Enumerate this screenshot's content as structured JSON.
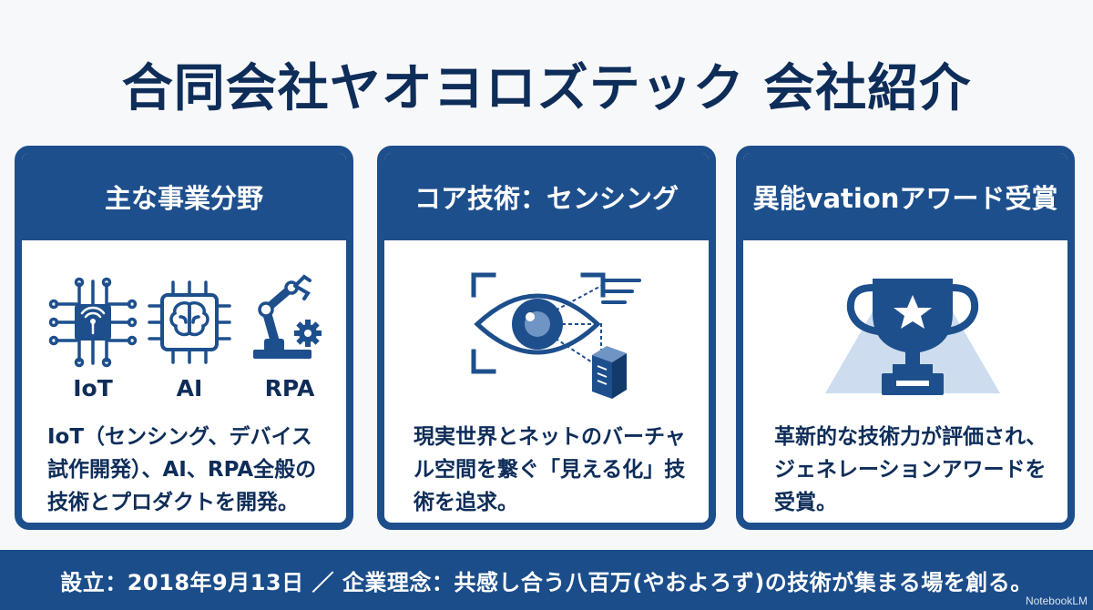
{
  "title": "合同会社ヤオヨロズテック 会社紹介",
  "cards": [
    {
      "heading": "主な事業分野",
      "icons": [
        {
          "name": "iot-chip-icon",
          "label": "IoT"
        },
        {
          "name": "ai-brain-chip-icon",
          "label": "AI"
        },
        {
          "name": "robot-arm-gear-icon",
          "label": "RPA"
        }
      ],
      "description": "IoT（センシング、デバイス試作開発）、AI、RPA全般の技術とプロダクトを開発。"
    },
    {
      "heading": "コア技術：センシング",
      "icons": [
        {
          "name": "eye-sensing-icon"
        }
      ],
      "description": "現実世界とネットのバーチャル空間を繋ぐ「見える化」技術を追求。"
    },
    {
      "heading": "異能vationアワード受賞",
      "icons": [
        {
          "name": "trophy-star-icon"
        }
      ],
      "description": "革新的な技術力が評価され、ジェネレーションアワードを受賞。"
    }
  ],
  "footer": "設立：2018年9月13日 ／ 企業理念：共感し合う八百万(やおよろず)の技術が集まる場を創る。",
  "watermark": "NotebookLM",
  "colors": {
    "primary": "#1d4f8c",
    "title": "#0e2d59",
    "light": "#b9cde6"
  }
}
